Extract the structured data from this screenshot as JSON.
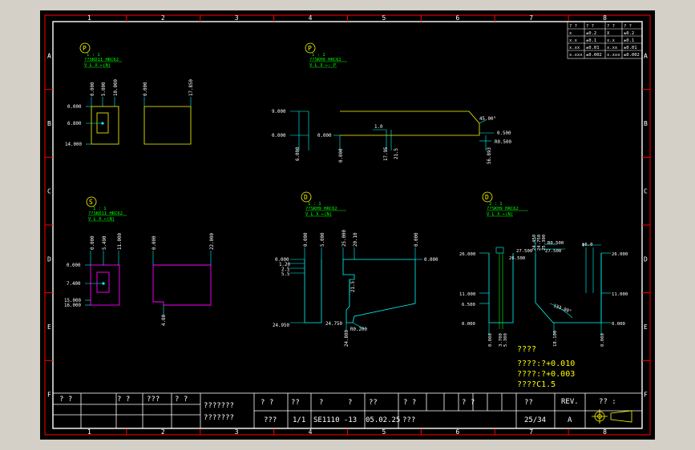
{
  "frame": {
    "cols": [
      "1",
      "2",
      "3",
      "4",
      "5",
      "6",
      "7",
      "8"
    ],
    "rows": [
      "A",
      "B",
      "C",
      "D",
      "E",
      "F"
    ]
  },
  "views": {
    "p1": {
      "circle": "P",
      "scale": "1 : 1",
      "material": "??SKD11 HRC62",
      "note": "V L X ←(N)",
      "dims": [
        "0.000",
        "5.000",
        "10.000",
        "0.000",
        "6.800",
        "14.000",
        "0.000",
        "17.850"
      ]
    },
    "p2": {
      "circle": "P",
      "scale": "1 : 1",
      "material": "??SKH9 HRC62",
      "note": "V L X ←: P",
      "dims": [
        "9.000",
        "0.000",
        "0.000",
        "6.000",
        "0.000",
        "1.0",
        "17.95",
        "21.5",
        "45.00°",
        "0.500",
        "R0.500",
        "56.893"
      ]
    },
    "s": {
      "circle": "S",
      "scale": "1 : 1",
      "material": "??SKD11 HRC62",
      "note": "V L X ←(N)",
      "dims": [
        "0.000",
        "5.490",
        "11.000",
        "0.000",
        "7.400",
        "15.000",
        "16.000",
        "0.000",
        "22.000",
        "4.00"
      ]
    },
    "d1": {
      "circle": "D",
      "scale": "1 : 1",
      "material": "??SKH9 HRC62",
      "note": "V L X ←(N)",
      "dims": [
        "0.000",
        "5.000",
        "25.000",
        "20.10",
        "0.000",
        "0.000",
        "0.000",
        "1.20",
        "2.5",
        "5.5",
        "21.5",
        "24.950",
        "24.750",
        "R0.200",
        "24.800"
      ]
    },
    "d2": {
      "circle": "D",
      "scale": "2 : 1",
      "material": "??SKH9 HRC62",
      "note": "V L X ←(N)",
      "dims": [
        "24.450",
        "24.750",
        "25.300",
        "R0.500",
        "27.500",
        "27.500",
        "26.500",
        "26.000",
        "26.000",
        "ϕ6.0",
        "11.000",
        "11.000",
        "6.500",
        "0.000",
        "0.000",
        "133.00°",
        "0.000",
        "3.700",
        "5.300",
        "18.100",
        "0.000"
      ]
    }
  },
  "notes": {
    "title": "????",
    "lines": [
      "????:?+0.010",
      "????:?+0.003",
      "????C1.5"
    ]
  },
  "tol_table": [
    [
      "? ?",
      "? ?",
      "? ?",
      "? ?"
    ],
    [
      "x",
      "±0.2",
      "X",
      "±0.2"
    ],
    [
      "x.x",
      "±0.1",
      "x.x",
      "±0.1"
    ],
    [
      "x.xx",
      "±0.01",
      "x.xx",
      "±0.01"
    ],
    [
      "x.xxx",
      "±0.002",
      "x.xxx",
      "±0.002"
    ]
  ],
  "title_block": {
    "left_headers": [
      "? ?",
      "? ?",
      "???",
      "? ?"
    ],
    "label_a": "???????",
    "label_b": "???????",
    "headers": [
      "? ?",
      "??",
      "?",
      "?",
      "??",
      "? ?",
      "? ?",
      "??"
    ],
    "scale_hdr": "REV.",
    "right_hdr": "?? :",
    "values": [
      "???",
      "1/1",
      "SE1110 -13",
      "05.02.25",
      "???"
    ],
    "sheet": "25/34",
    "rev": "A"
  }
}
